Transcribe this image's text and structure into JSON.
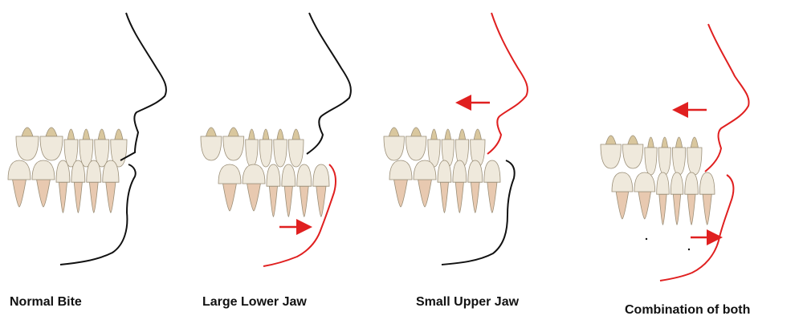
{
  "panels": [
    {
      "caption": "Normal Bite",
      "upper_profile_color": "#111111",
      "lower_profile_color": "#111111"
    },
    {
      "caption": "Large Lower Jaw",
      "upper_profile_color": "#111111",
      "lower_profile_color": "#e02020"
    },
    {
      "caption": "Small Upper Jaw",
      "upper_profile_color": "#e02020",
      "lower_profile_color": "#111111"
    },
    {
      "caption": "Combination of both",
      "upper_profile_color": "#e02020",
      "lower_profile_color": "#e02020"
    }
  ],
  "colors": {
    "tooth_crown": "#efe9dc",
    "tooth_root_upper": "#d9c79e",
    "tooth_root_lower": "#e8c9b0",
    "tooth_outline": "#9b8f78",
    "arrow": "#e02020"
  },
  "icons": [
    "right-arrow-icon",
    "left-arrow-icon"
  ]
}
